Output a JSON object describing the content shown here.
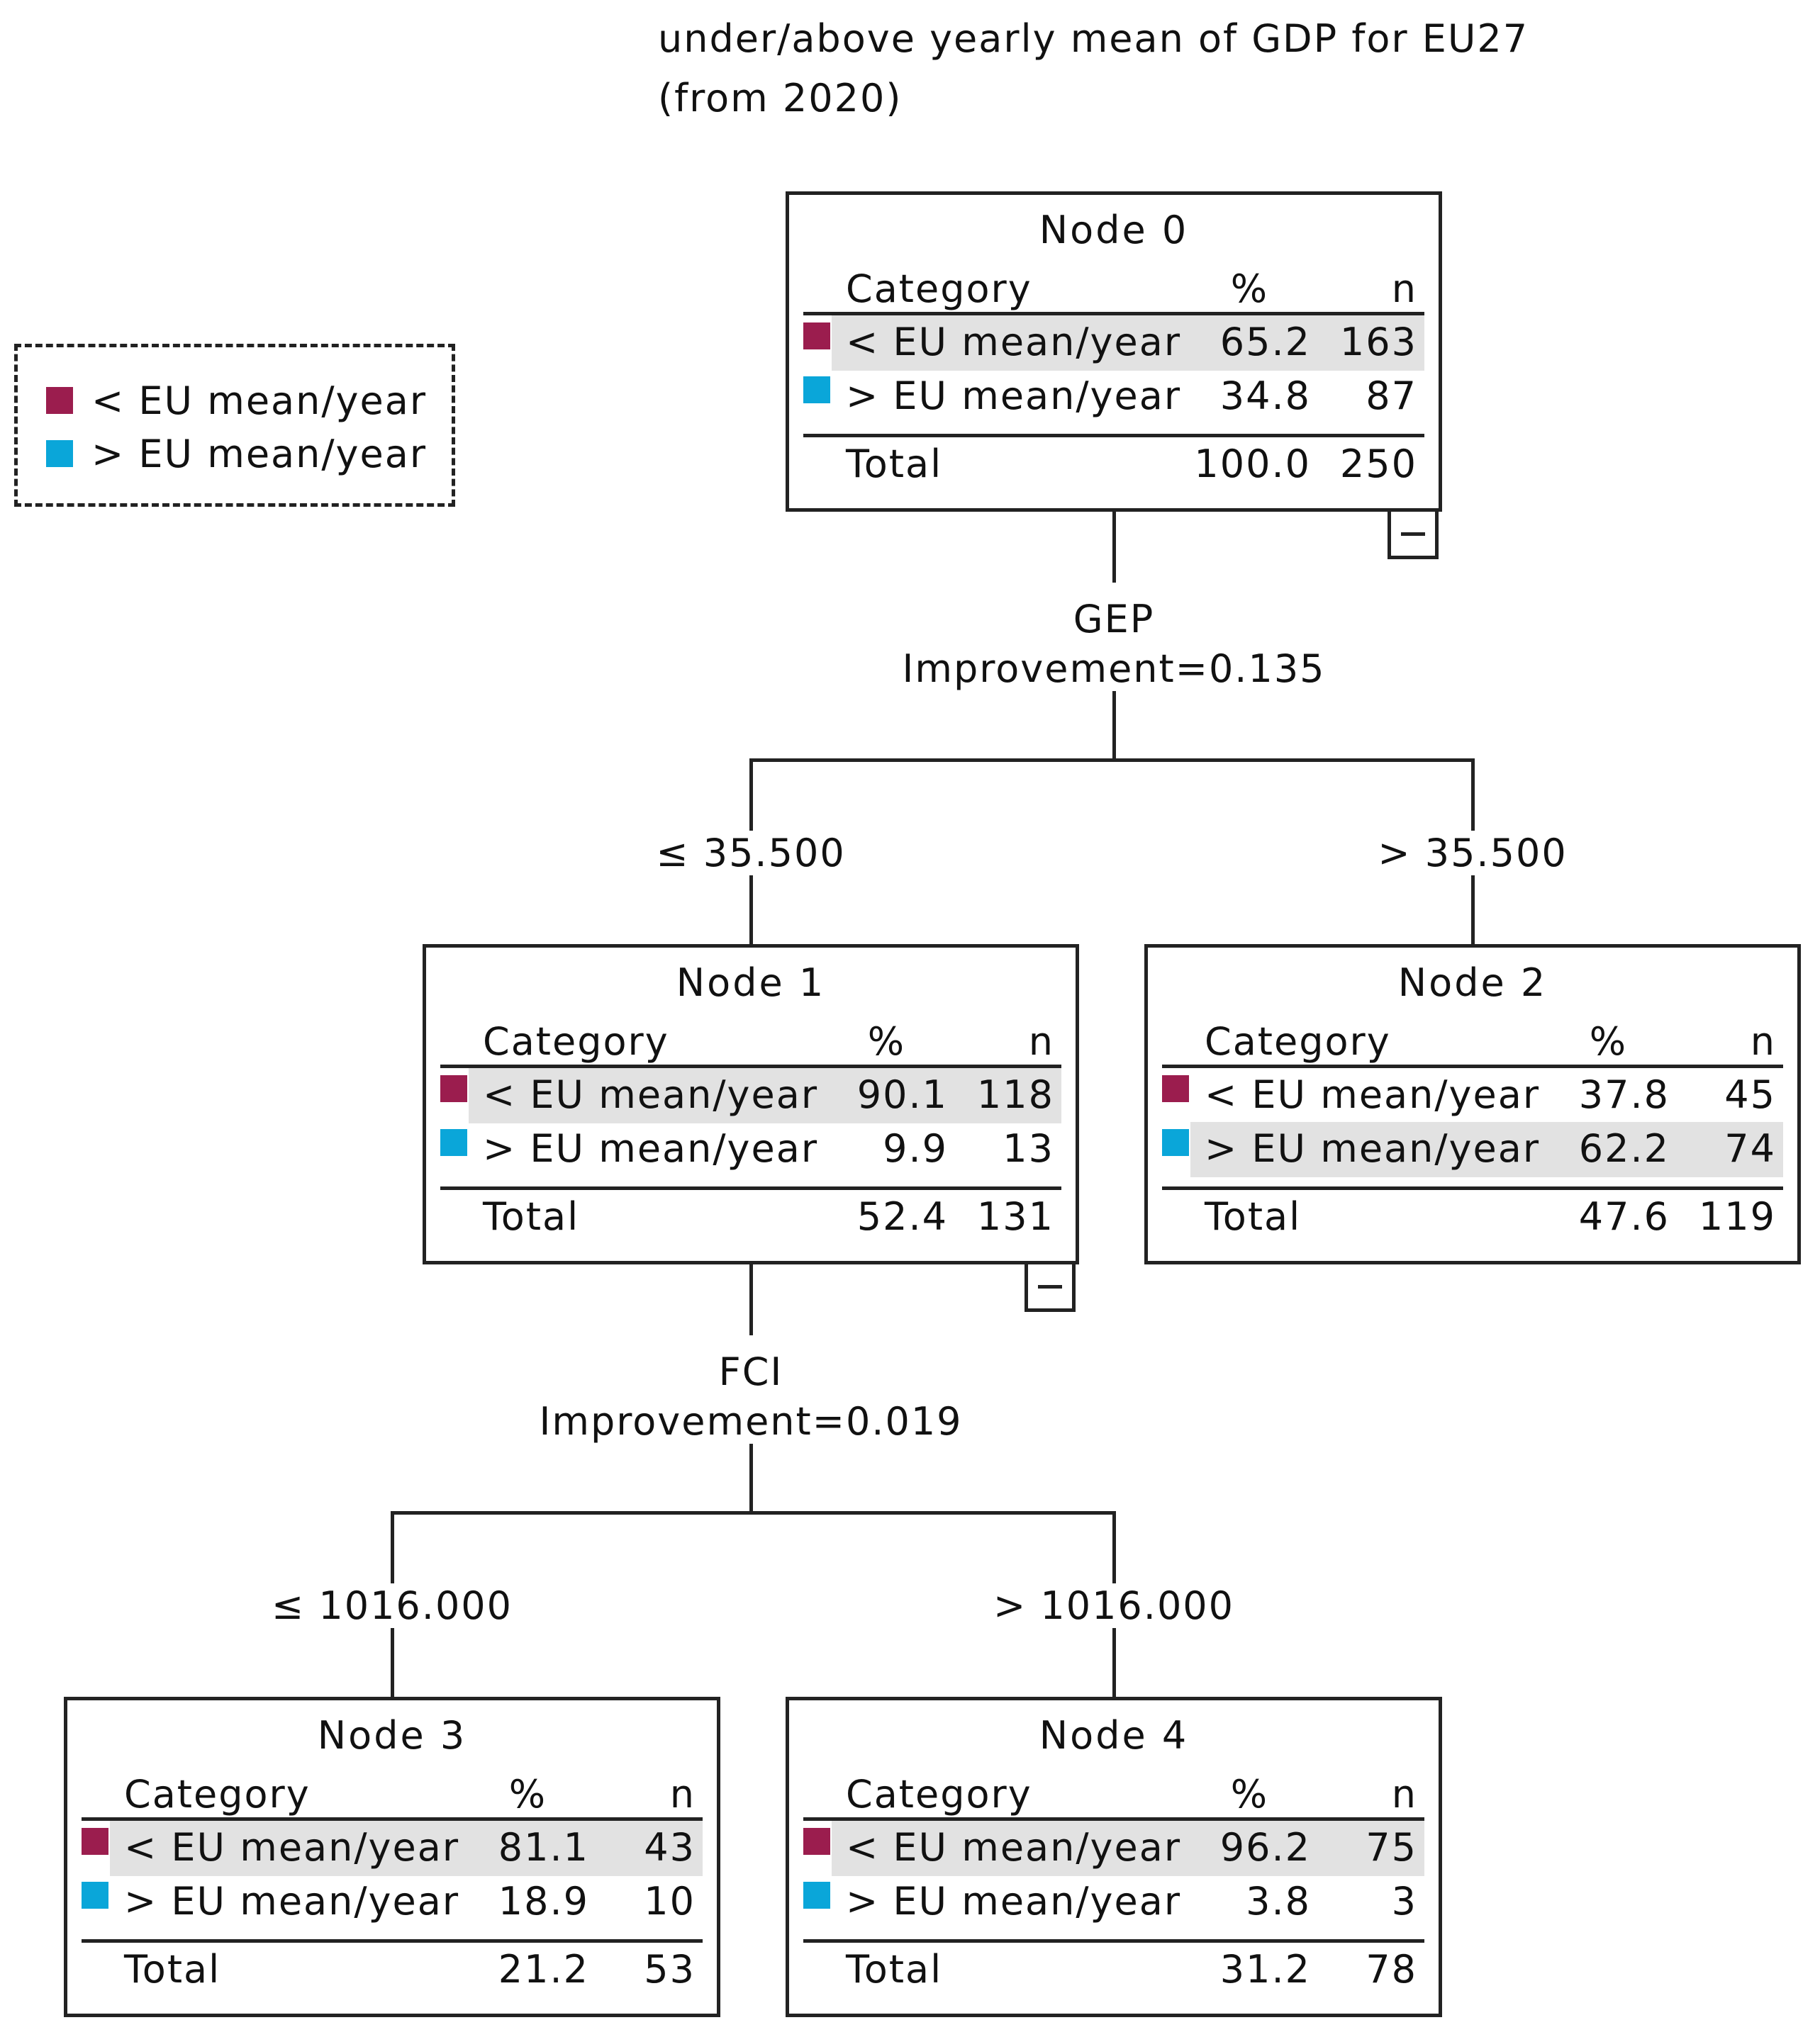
{
  "title": {
    "line1": "under/above yearly mean of GDP for EU27",
    "line2": "(from 2020)"
  },
  "colors": {
    "below": "#9b1d4e",
    "above": "#0aa6d9",
    "highlight": "#e2e2e2"
  },
  "legend": [
    {
      "label": "< EU mean/year",
      "color": "#9b1d4e"
    },
    {
      "label": "> EU mean/year",
      "color": "#0aa6d9"
    }
  ],
  "headers": {
    "category": "Category",
    "percent": "%",
    "n": "n"
  },
  "nodes": [
    {
      "name": "Node 0",
      "rows": [
        {
          "label": "< EU mean/year",
          "pct": "65.2",
          "n": "163"
        },
        {
          "label": "> EU mean/year",
          "pct": "34.8",
          "n": "87"
        }
      ],
      "total": {
        "label": "Total",
        "pct": "100.0",
        "n": "250"
      },
      "highlight": 0
    },
    {
      "name": "Node 1",
      "rows": [
        {
          "label": "< EU mean/year",
          "pct": "90.1",
          "n": "118"
        },
        {
          "label": "> EU mean/year",
          "pct": "9.9",
          "n": "13"
        }
      ],
      "total": {
        "label": "Total",
        "pct": "52.4",
        "n": "131"
      },
      "highlight": 0
    },
    {
      "name": "Node 2",
      "rows": [
        {
          "label": "< EU mean/year",
          "pct": "37.8",
          "n": "45"
        },
        {
          "label": "> EU mean/year",
          "pct": "62.2",
          "n": "74"
        }
      ],
      "total": {
        "label": "Total",
        "pct": "47.6",
        "n": "119"
      },
      "highlight": 1
    },
    {
      "name": "Node 3",
      "rows": [
        {
          "label": "< EU mean/year",
          "pct": "81.1",
          "n": "43"
        },
        {
          "label": "> EU mean/year",
          "pct": "18.9",
          "n": "10"
        }
      ],
      "total": {
        "label": "Total",
        "pct": "21.2",
        "n": "53"
      },
      "highlight": 0
    },
    {
      "name": "Node 4",
      "rows": [
        {
          "label": "< EU mean/year",
          "pct": "96.2",
          "n": "75"
        },
        {
          "label": "> EU mean/year",
          "pct": "3.8",
          "n": "3"
        }
      ],
      "total": {
        "label": "Total",
        "pct": "31.2",
        "n": "78"
      },
      "highlight": 0
    }
  ],
  "splits": [
    {
      "variable": "GEP",
      "improvement": "Improvement=0.135",
      "left": "≤ 35.500",
      "right": "> 35.500"
    },
    {
      "variable": "FCI",
      "improvement": "Improvement=0.019",
      "left": "≤ 1016.000",
      "right": "> 1016.000"
    }
  ]
}
